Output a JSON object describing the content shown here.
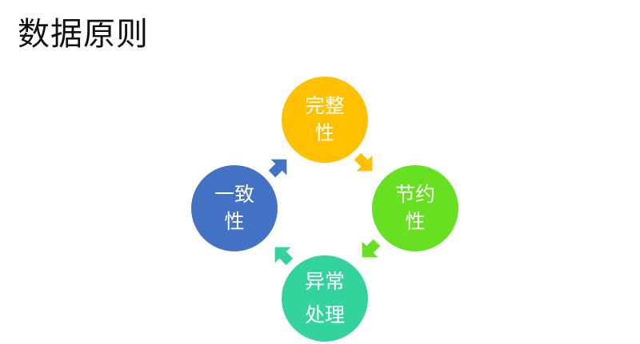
{
  "title": "数据原则",
  "nodes": [
    {
      "line1": "完整",
      "line2": "性",
      "color": "#FFC000"
    },
    {
      "line1": "节约",
      "line2": "性",
      "color": "#66E020"
    },
    {
      "line1": "异常",
      "line2": "处理",
      "color": "#33D49C"
    },
    {
      "line1": "一致",
      "line2": "性",
      "color": "#4472C4"
    }
  ],
  "arrows": [
    {
      "from": "完整性",
      "to": "节约性",
      "color": "#FFC000"
    },
    {
      "from": "节约性",
      "to": "异常处理",
      "color": "#66E020"
    },
    {
      "from": "异常处理",
      "to": "一致性",
      "color": "#33D49C"
    },
    {
      "from": "一致性",
      "to": "完整性",
      "color": "#4472C4"
    }
  ]
}
